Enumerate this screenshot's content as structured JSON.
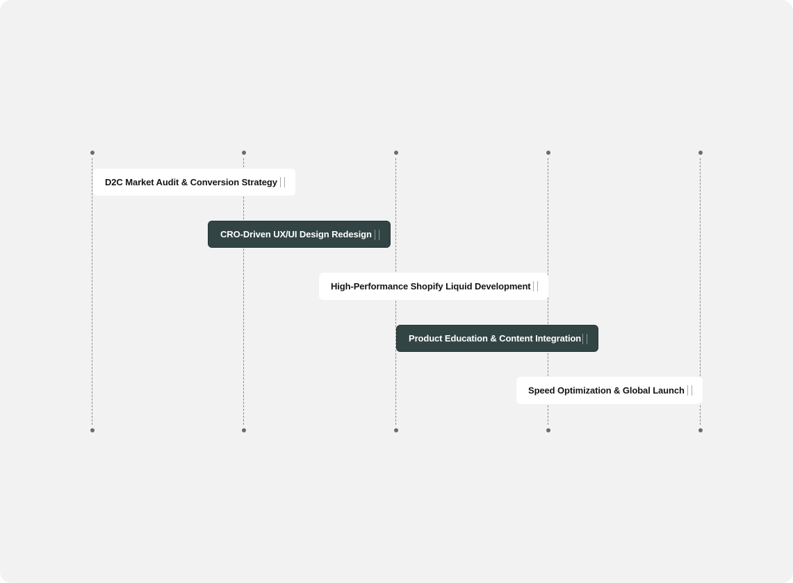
{
  "timeline": {
    "tasks": [
      {
        "label": "D2C Market Audit & Conversion Strategy",
        "style": "light",
        "grip": "drag-handle-icon"
      },
      {
        "label": "CRO-Driven UX/UI Design Redesign",
        "style": "dark",
        "grip": "drag-handle-icon"
      },
      {
        "label": "High-Performance Shopify Liquid Development",
        "style": "light",
        "grip": "drag-handle-icon"
      },
      {
        "label": "Product Education & Content Integration",
        "style": "dark",
        "grip": "drag-handle-icon"
      },
      {
        "label": "Speed Optimization & Global Launch",
        "style": "light",
        "grip": "drag-handle-icon"
      }
    ]
  },
  "colors": {
    "background": "#f2f2f2",
    "card_light": "#ffffff",
    "card_dark": "#334444",
    "guide": "#8a8a8a"
  }
}
